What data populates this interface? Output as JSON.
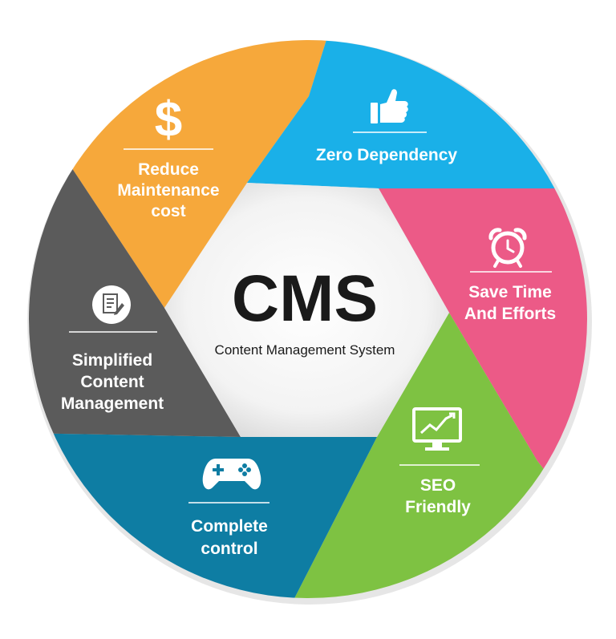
{
  "center": {
    "title": "CMS",
    "subtitle": "Content Management System"
  },
  "segments": [
    {
      "id": "reduce-cost",
      "icon": "dollar-icon",
      "color": "#f6a83b",
      "lines": [
        "Reduce",
        "Maintenance",
        "cost"
      ]
    },
    {
      "id": "zero-dependency",
      "icon": "thumbs-up-icon",
      "color": "#1ab0e8",
      "lines": [
        "Zero Dependency"
      ]
    },
    {
      "id": "save-time",
      "icon": "alarm-clock-icon",
      "color": "#ec5a87",
      "lines": [
        "Save Time",
        "And Efforts"
      ]
    },
    {
      "id": "seo-friendly",
      "icon": "monitor-chart-icon",
      "color": "#7ec242",
      "lines": [
        "SEO",
        "Friendly"
      ]
    },
    {
      "id": "complete-control",
      "icon": "gamepad-icon",
      "color": "#0e7da3",
      "lines": [
        "Complete",
        "control"
      ]
    },
    {
      "id": "simplified-content",
      "icon": "document-edit-icon",
      "color": "#5b5b5b",
      "lines": [
        "Simplified",
        "Content",
        "Management"
      ]
    }
  ]
}
